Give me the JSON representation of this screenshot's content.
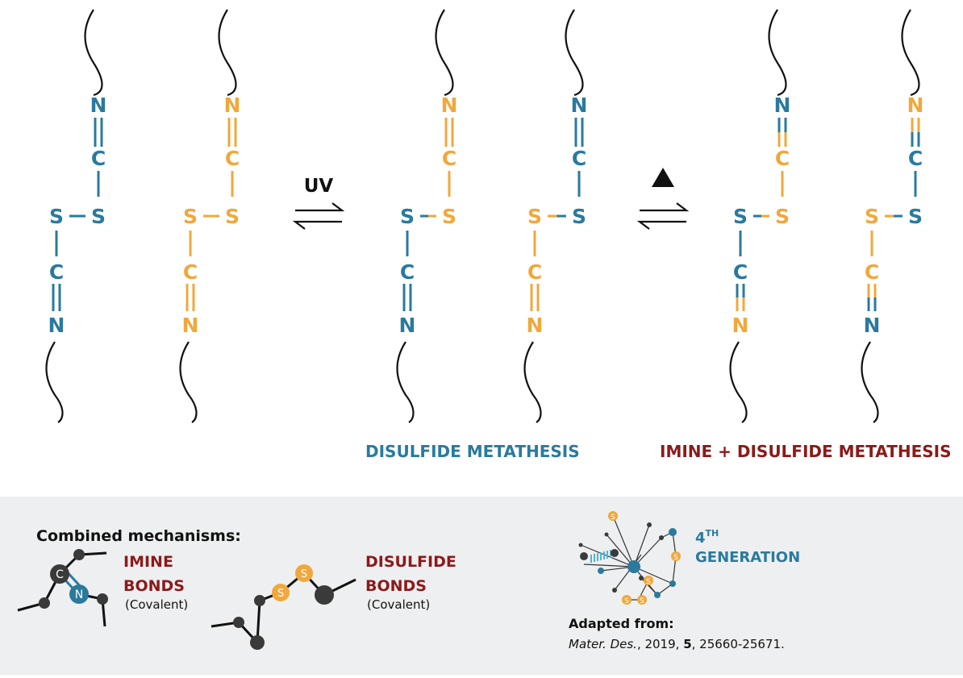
{
  "colors": {
    "blue": "#2a7a9e",
    "orange": "#f0a83c",
    "red": "#8b1a1a",
    "panel": "#eeeff0",
    "dark": "#3a3a3a"
  },
  "atoms": {
    "n": "N",
    "c": "C",
    "s": "S"
  },
  "reaction": {
    "uv_label": "UV",
    "heat_symbol": "▲"
  },
  "captions": {
    "disulfide": "DISULFIDE METATHESIS",
    "imine_disulfide": "IMINE + DISULFIDE METATHESIS"
  },
  "panel": {
    "heading": "Combined mechanisms:",
    "imine": {
      "line1": "IMINE",
      "line2": "BONDS",
      "sub": "(Covalent)"
    },
    "disulfide": {
      "line1": "DISULFIDE",
      "line2": "BONDS",
      "sub": "(Covalent)"
    },
    "generation": {
      "number": "4",
      "sup": "TH",
      "label": "GENERATION"
    },
    "reference": {
      "heading": "Adapted from:",
      "journal": "Mater. Des.",
      "year": ", 2019, ",
      "volume": "5",
      "pages": ", 25660-25671."
    }
  }
}
